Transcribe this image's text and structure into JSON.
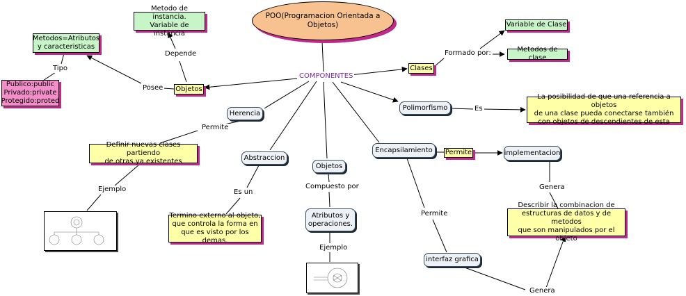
{
  "map": {
    "root": "POO(Programacion Orientada a Objetos)",
    "center": "COMPONENTES",
    "clases": "Clases",
    "formado_por": "Formado por:",
    "variable_clase": "Variable de Clase",
    "metodos_clase": "Metodos de clase",
    "objetos_main": "Objetos",
    "depende": "Depende",
    "metodo_instancia": "Metodo de instancia.\nVariable de instancia",
    "posee": "Posee",
    "metodos_atributos": "Metodos=Atributos\ny caracteristicas",
    "tipo": "Tipo",
    "publico": "Publico:public\nPrivado:private\nProtegido:proted",
    "polimorfismo": "Polimorfismo",
    "es": "Es",
    "polimorfismo_def": "La posibilidad de que una referencia a objetos\nde una clase pueda conectarse también\ncon objetos de descendientes de esta",
    "herencia": "Herencia",
    "permite_herencia": "Permite",
    "herencia_def": "Definir nuevas clases partiendo\nde otras ya  existentes",
    "ejemplo_herencia": "Ejemplo",
    "abstraccion": "Abstraccion",
    "es_un": "Es un",
    "abstraccion_def": "Termino externo al objeto,\nque controla la forma en\nque es visto por los demas.",
    "objetos_center": "Objetos",
    "compuesto_por": "Compuesto por",
    "atributos_op": "Atributos y\noperaciones.",
    "ejemplo_objetos": "Ejemplo",
    "encapsulamiento": "Encapsilamiento",
    "permite_encap": "Permite",
    "implementacion": "implementacion",
    "genera_impl": "Genera",
    "encap_def": "Describir la combinacion de\nestructuras de datos y de metodos\nque son manipulados por el objeto",
    "permite_interfaz": "Permite",
    "interfaz": "interfaz grafica",
    "genera_interfaz": "Genera"
  },
  "colors": {
    "root_fill": "#f7c28f",
    "concept_fill": "#ffffa8",
    "green_fill": "#c8f5c8",
    "pink_fill": "#f28ec8",
    "shadow": "#c0288c",
    "center_text": "#7a2a96"
  }
}
